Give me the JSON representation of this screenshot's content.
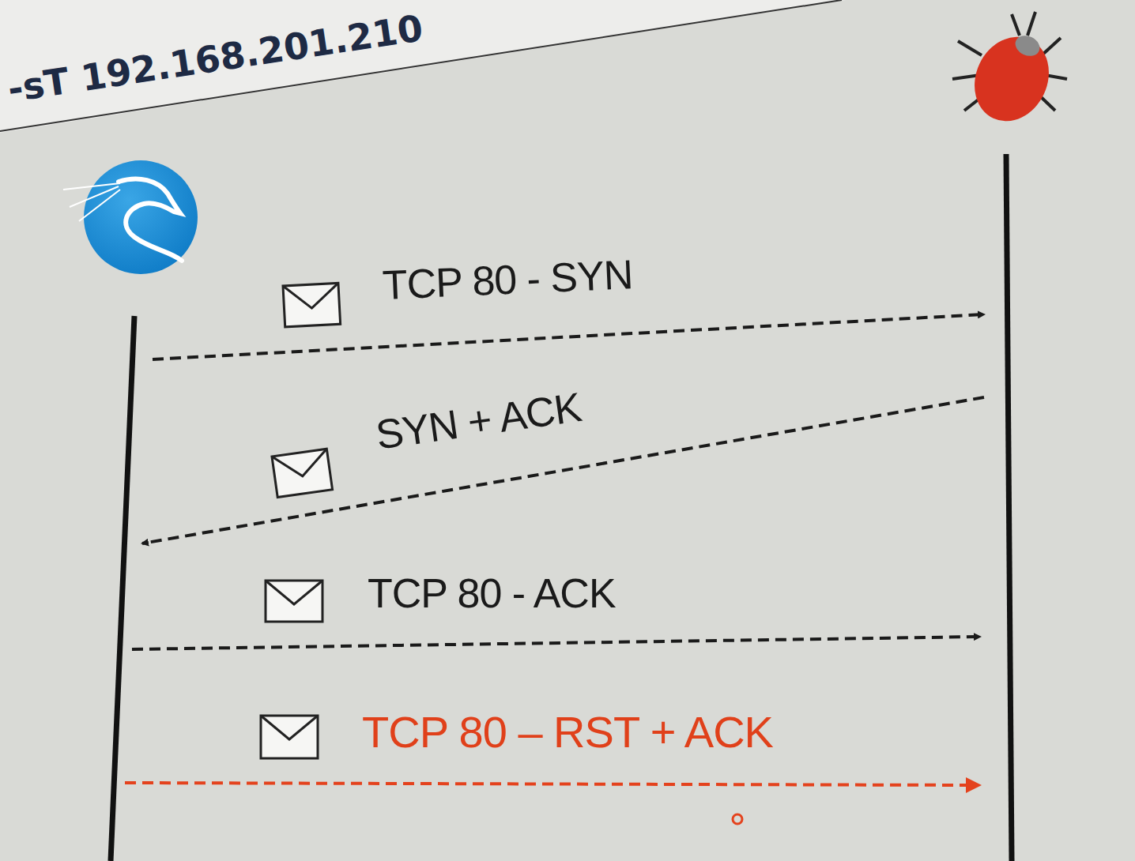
{
  "diagram": {
    "title": "-sT 192.168.201.210",
    "labels": [
      "TCP 80 - SYN",
      "SYN + ACK",
      "TCP 80 - ACK",
      "TCP 80 – RST + ACK"
    ]
  }
}
